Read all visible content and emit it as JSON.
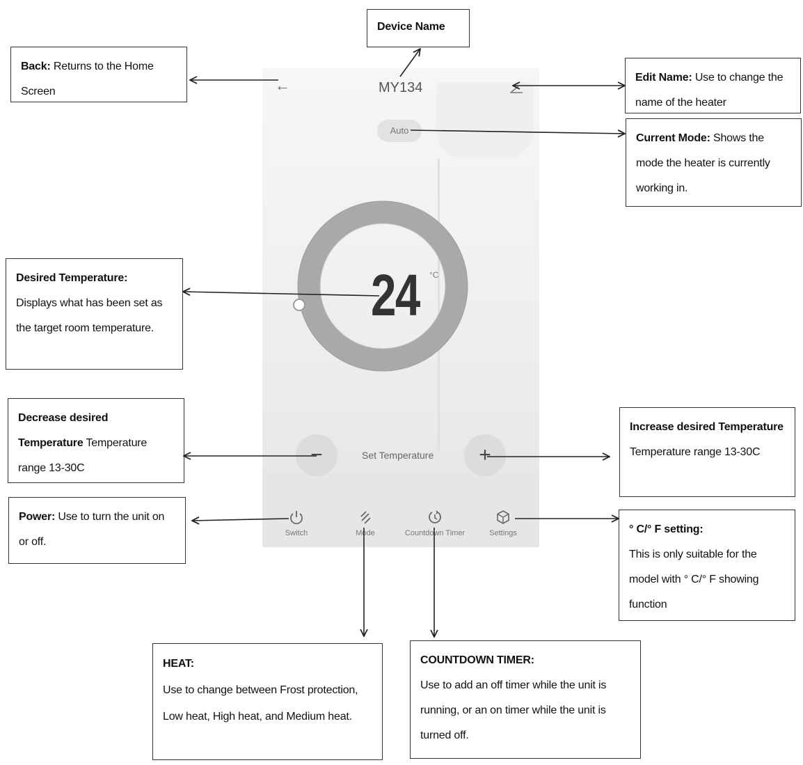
{
  "phone": {
    "device_name": "MY134",
    "mode_badge": "Auto",
    "temperature": "24",
    "unit": "°C",
    "set_temperature_label": "Set Temperature",
    "minus_symbol": "−",
    "plus_symbol": "+",
    "back_symbol": "←",
    "nav": [
      {
        "label": "Switch",
        "icon": "power-icon"
      },
      {
        "label": "Mode",
        "icon": "mode-icon"
      },
      {
        "label": "Countdown Timer",
        "icon": "timer-icon"
      },
      {
        "label": "Settings",
        "icon": "settings-icon"
      }
    ]
  },
  "callouts": {
    "device_name": {
      "title": "Device Name"
    },
    "back": {
      "title": "Back:",
      "text": " Returns to the Home Screen"
    },
    "edit_name": {
      "title": "Edit Name:",
      "text": " Use to change the name of the heater"
    },
    "current_mode": {
      "title": "Current Mode:",
      "text": " Shows the mode the heater is currently working in."
    },
    "desired_temp": {
      "title": "Desired Temperature:",
      "text": "Displays what has been set as the target room temperature."
    },
    "decrease": {
      "title": "Decrease desired Temperature",
      "text": " Temperature range 13-30C"
    },
    "increase": {
      "title": "Increase desired Temperature",
      "text": " Temperature range 13-30C"
    },
    "power": {
      "title": "Power:",
      "text": " Use to turn the unit on or off."
    },
    "cf_setting": {
      "title": "° C/° F setting:",
      "text": "This is only suitable for the model with ° C/° F showing function"
    },
    "heat": {
      "title": "HEAT:",
      "text": "Use to change between Frost protection, Low heat, High heat, and Medium heat."
    },
    "countdown": {
      "title": "COUNTDOWN TIMER:",
      "text": "Use to add an off timer while the unit is running, or an on timer while the unit is turned off."
    }
  }
}
